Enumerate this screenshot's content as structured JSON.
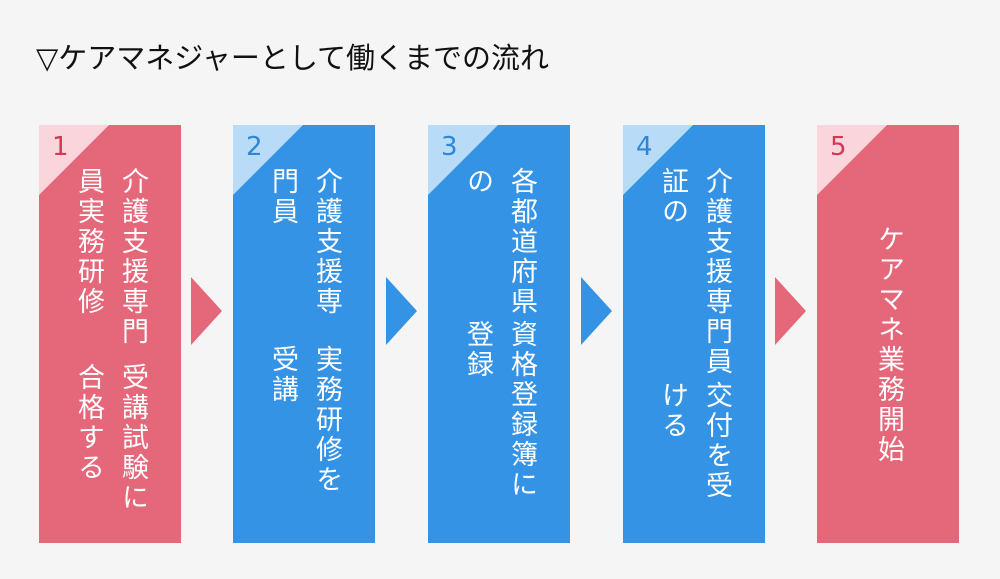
{
  "title": "▽ケアマネジャーとして働くまでの流れ",
  "colors": {
    "pink": "#e4687a",
    "pink_light": "#fad5dc",
    "blue": "#3593e6",
    "blue_light": "#b8dbf7",
    "background": "#f5f5f5"
  },
  "steps": [
    {
      "number": "1",
      "color": "pink",
      "lines": [
        "介護支援専門員実務研修",
        "受講試験に合格する"
      ]
    },
    {
      "number": "2",
      "color": "blue",
      "lines": [
        "介護支援専門員",
        "実務研修を受講"
      ]
    },
    {
      "number": "3",
      "color": "blue",
      "lines": [
        "各都道府県の",
        "資格登録簿に登録"
      ]
    },
    {
      "number": "4",
      "color": "blue",
      "lines": [
        "介護支援専門員証の",
        "交付を受ける"
      ]
    },
    {
      "number": "5",
      "color": "pink",
      "lines": [
        "ケアマネ業務開始"
      ]
    }
  ],
  "arrows": [
    {
      "icon": "arrow-right-icon",
      "color": "pink"
    },
    {
      "icon": "arrow-right-icon",
      "color": "blue"
    },
    {
      "icon": "arrow-right-icon",
      "color": "blue"
    },
    {
      "icon": "arrow-right-icon",
      "color": "pink"
    }
  ]
}
